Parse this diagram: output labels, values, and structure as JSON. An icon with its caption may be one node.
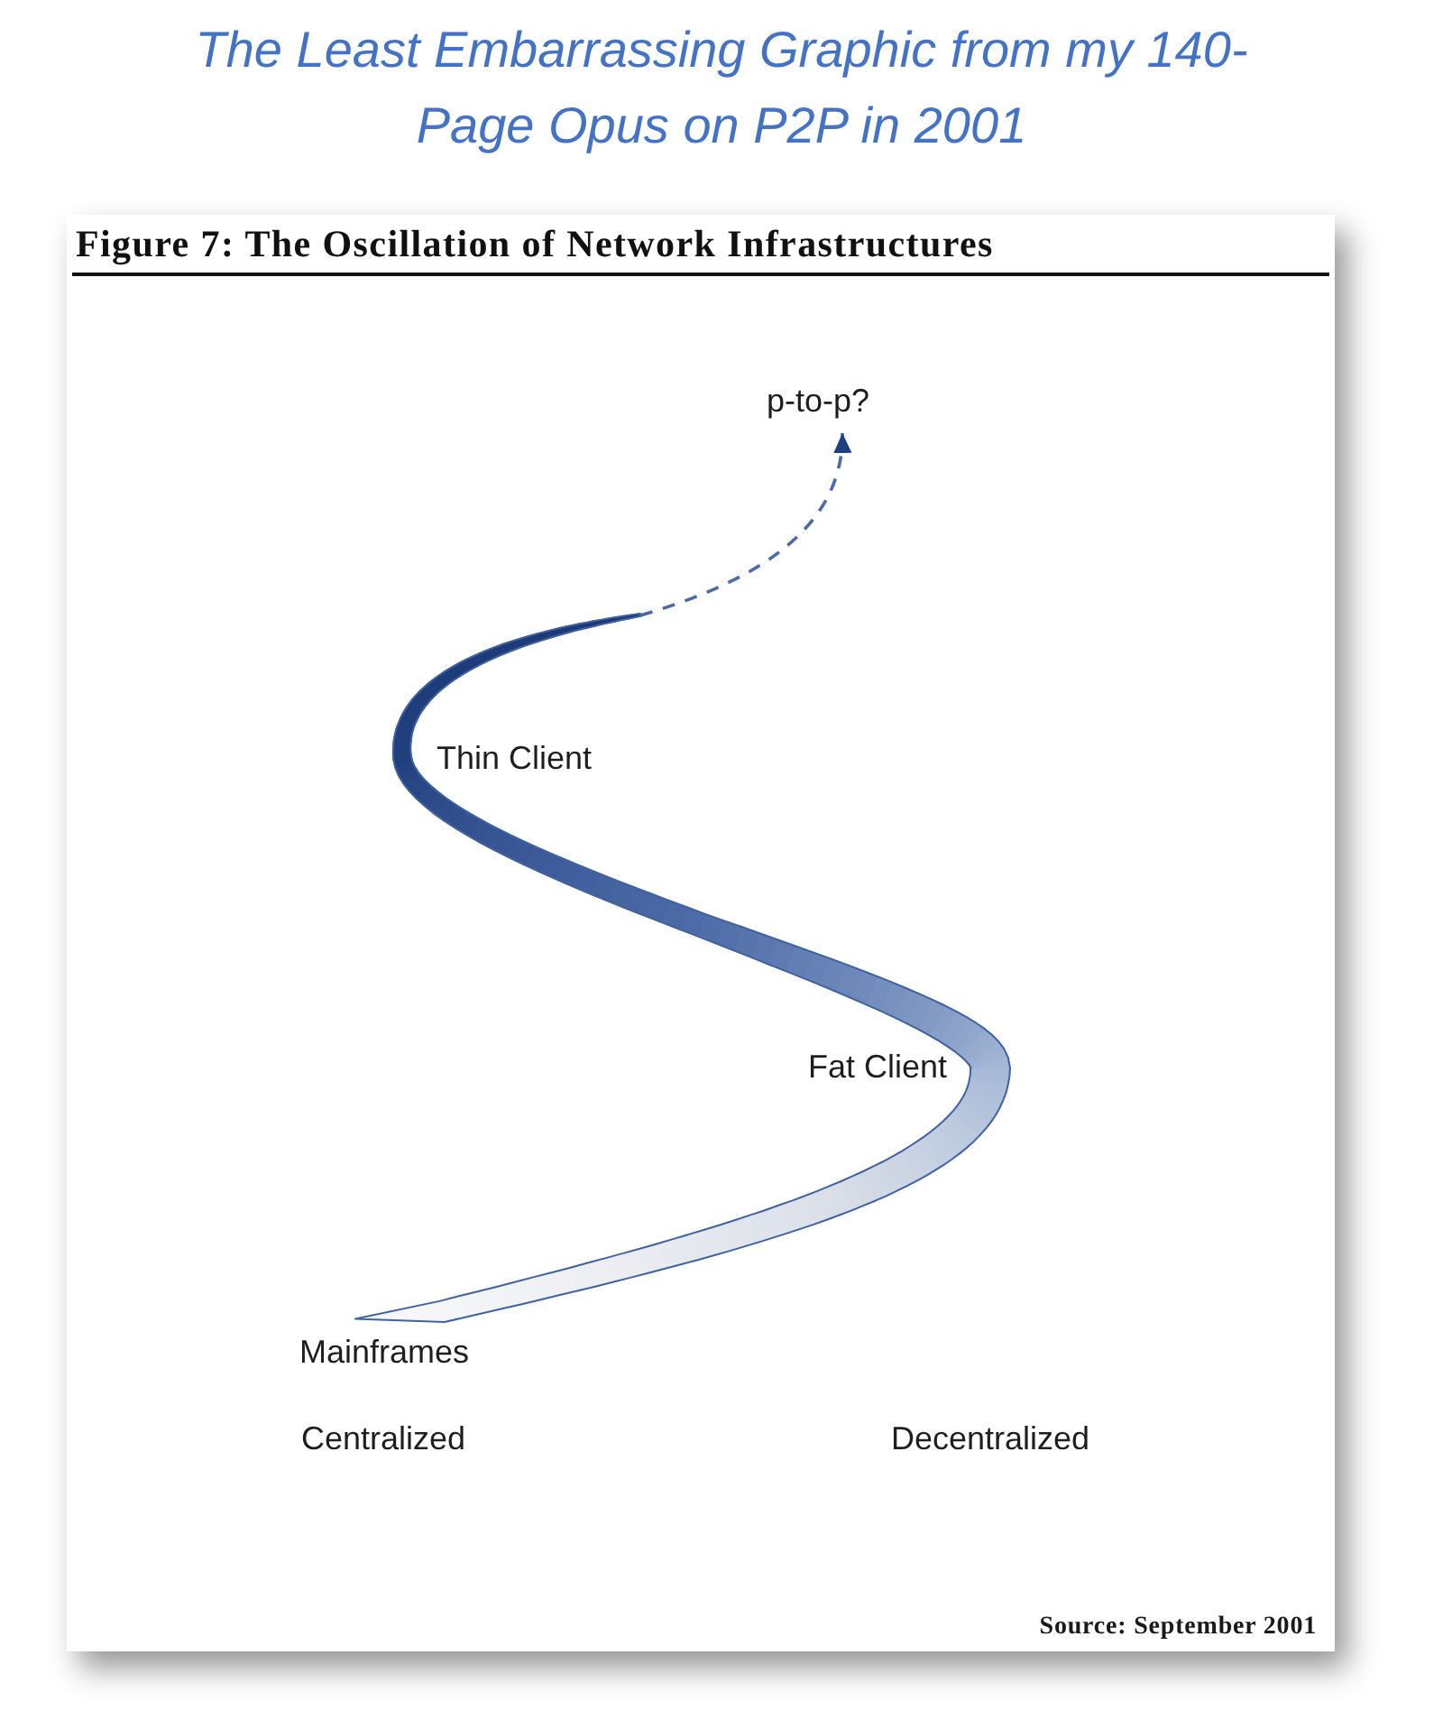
{
  "diagram": {
    "title": "The Least Embarrassing Graphic from my 140-Page Opus on P2P in 2001",
    "nodes": [
      {
        "text": [
          "p-to-p?"
        ]
      },
      {
        "text": [],
        "shape": "ribbon",
        "beside": [
          "Thin Client",
          "Fat Client",
          "Mainframes"
        ]
      }
    ],
    "edges": [
      {
        "from": 1,
        "to": 0,
        "arrow": "to",
        "style": "dashed"
      }
    ],
    "labels": [
      "Figure 7: The Oscillation of Network Infrastructures",
      "Centralized",
      "Decentralized",
      "Source: September 2001"
    ]
  }
}
